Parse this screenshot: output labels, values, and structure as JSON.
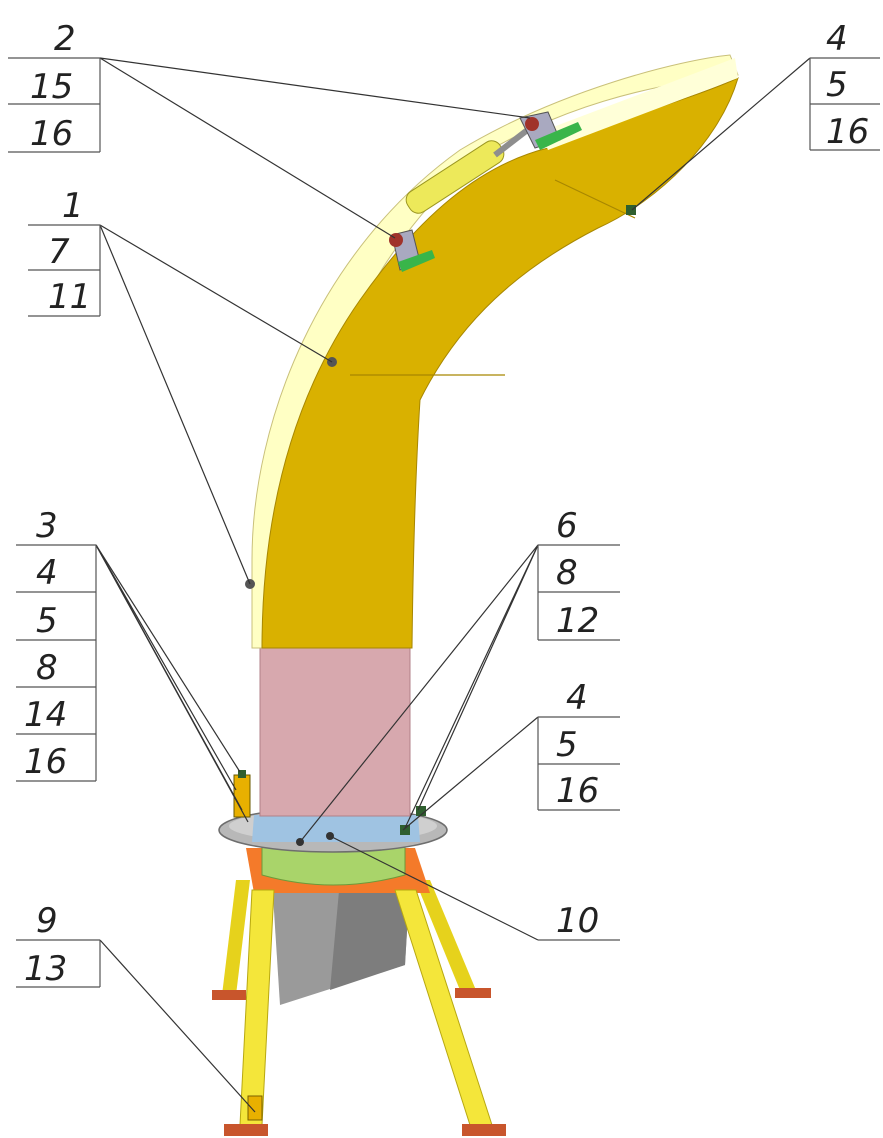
{
  "callouts": {
    "top_left": {
      "rows": [
        "2",
        "15",
        "16"
      ]
    },
    "top_right": {
      "rows": [
        "4",
        "5",
        "16"
      ]
    },
    "upper_left": {
      "rows": [
        "1",
        "7",
        "11"
      ]
    },
    "mid_left": {
      "rows": [
        "3",
        "4",
        "5",
        "8",
        "14",
        "16"
      ]
    },
    "mid_right": {
      "rows": [
        "6",
        "8",
        "12"
      ]
    },
    "low_right": {
      "rows": [
        "4",
        "5",
        "16"
      ]
    },
    "single_right": {
      "rows": [
        "10"
      ]
    },
    "bottom_left": {
      "rows": [
        "9",
        "13"
      ]
    }
  },
  "colors": {
    "arm_side": "#D9B100",
    "arm_face": "#FFFFC4",
    "pink_section": "#D7A8AE",
    "blue_plate": "#9FC3E2",
    "flange": "#B8B8B8",
    "green_ring": "#A9D46A",
    "orange_plate": "#F47A2A",
    "legs": "#F4E63A",
    "feet": "#C8552C",
    "hopper": "#9A9A9A",
    "cylinder": "#EDE95A",
    "bracket_green": "#39B54A",
    "leader_line": "#333333"
  }
}
